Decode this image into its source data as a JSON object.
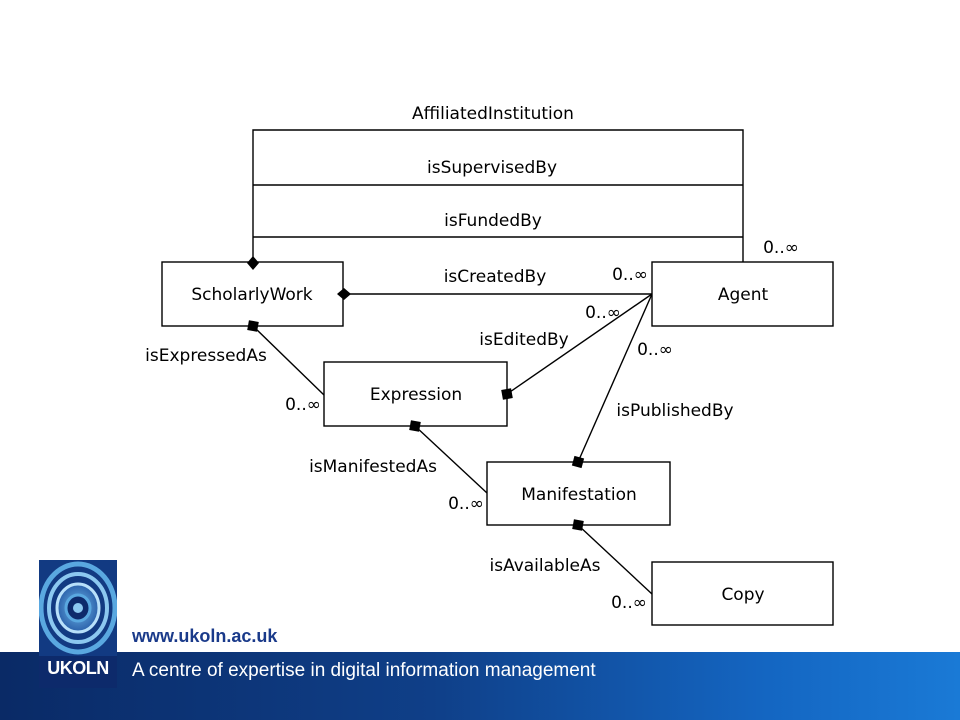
{
  "diagram": {
    "boxes": {
      "scholarly_work": "ScholarlyWork",
      "agent": "Agent",
      "expression": "Expression",
      "manifestation": "Manifestation",
      "copy": "Copy"
    },
    "relations": {
      "affiliated_institution": "AffiliatedInstitution",
      "is_supervised_by": "isSupervisedBy",
      "is_funded_by": "isFundedBy",
      "is_created_by": "isCreatedBy",
      "is_edited_by": "isEditedBy",
      "is_expressed_as": "isExpressedAs",
      "is_published_by": "isPublishedBy",
      "is_manifested_as": "isManifestedAs",
      "is_available_as": "isAvailableAs"
    },
    "multiplicities": {
      "top_right": "0..∞",
      "created_agent": "0..∞",
      "edited_agent": "0..∞",
      "published_agent": "0..∞",
      "expression": "0..∞",
      "manifestation": "0..∞",
      "copy": "0..∞"
    }
  },
  "footer": {
    "url": "www.ukoln.ac.uk",
    "tagline": "A centre of expertise in digital information management",
    "logo_text": "UKOLN"
  },
  "colors": {
    "footer_dark": "#0a2a66",
    "footer_light": "#1a7ad6",
    "url_text": "#1a3a8a"
  }
}
